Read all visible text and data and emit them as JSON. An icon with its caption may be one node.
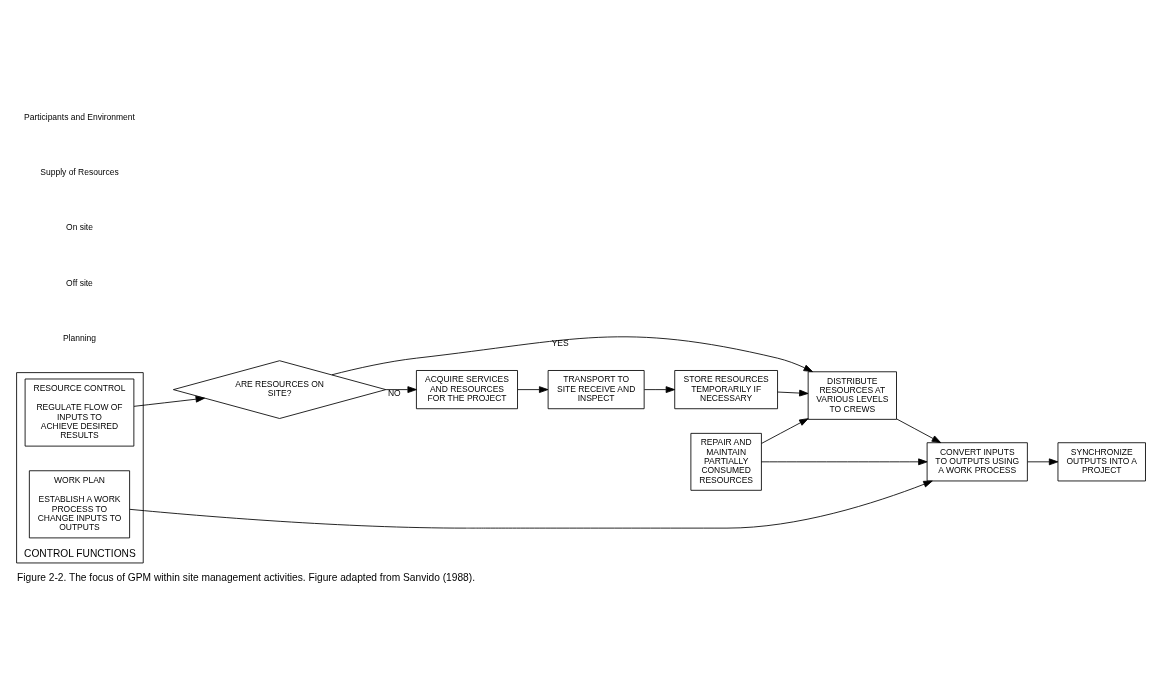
{
  "diagram": {
    "caption": "Figure 2-2. The focus of GPM within site management activities. Figure adapted from Sanvido (1988).",
    "nodes": [
      {
        "text": [
          "CONTROL FUNCTIONS"
        ]
      },
      {
        "text": [
          "RESOURCE CONTROL",
          "REGULATE FLOW OF INPUTS TO ACHIEVE DESIRED RESULTS"
        ],
        "in": 0
      },
      {
        "text": [
          "WORK PLAN",
          "ESTABLISH A WORK PROCESS TO CHANGE INPUTS TO OUTPUTS"
        ],
        "in": 0
      },
      {
        "text": [
          "ARE RESOURCES ON SITE?"
        ]
      },
      {
        "text": [
          "ACQUIRE SERVICES AND RESOURCES FOR THE PROJECT"
        ]
      },
      {
        "text": [
          "TRANSPORT TO SITE RECEIVE AND INSPECT"
        ]
      },
      {
        "text": [
          "STORE RESOURCES TEMPORARILY IF NECESSARY"
        ]
      },
      {
        "text": [
          "DISTRIBUTE RESOURCES AT VARIOUS LEVELS TO CREWS"
        ]
      },
      {
        "text": [
          "CONVERT INPUTS TO OUTPUTS USING A WORK PROCESS"
        ]
      },
      {
        "text": [
          "SYNCHRONIZE OUTPUTS INTO A PROJECT"
        ]
      },
      {
        "text": [
          "REPAIR AND MAINTAIN PARTIALLY CONSUMED RESOURCES"
        ]
      }
    ],
    "edges": [
      {
        "from": 1,
        "to": 3,
        "arrow": "to"
      },
      {
        "from": 3,
        "to": 4,
        "arrow": "to",
        "label": "NO"
      },
      {
        "from": 3,
        "to": 7,
        "arrow": "to",
        "label": "YES"
      },
      {
        "from": 2,
        "to": 8,
        "arrow": "to"
      },
      {
        "from": 4,
        "to": 5,
        "arrow": "to"
      },
      {
        "from": 5,
        "to": 6,
        "arrow": "to"
      },
      {
        "from": 6,
        "to": 7,
        "arrow": "to"
      },
      {
        "from": 7,
        "to": 8,
        "arrow": "to"
      },
      {
        "from": 8,
        "to": 9,
        "arrow": "to"
      },
      {
        "from": 10,
        "to": 7,
        "arrow": "to"
      },
      {
        "from": 10,
        "to": 8,
        "arrow": "to"
      }
    ],
    "labels": [
      "Planning",
      "Off site",
      "On site",
      "Supply of Resources",
      "Participants and Environment"
    ]
  }
}
